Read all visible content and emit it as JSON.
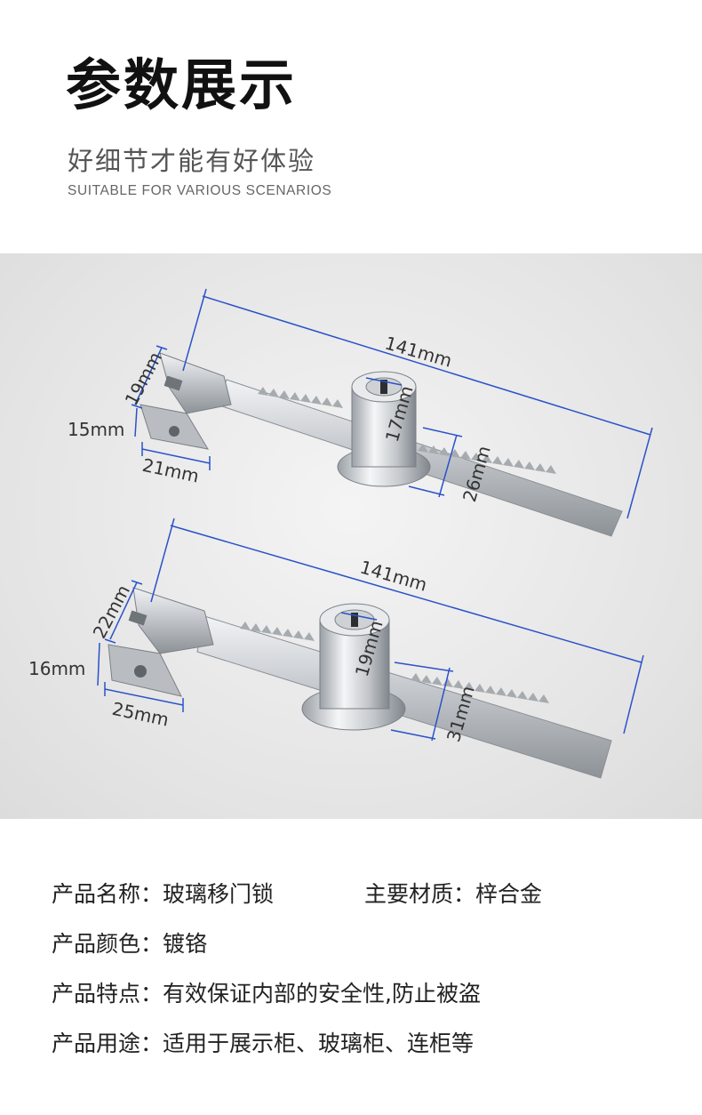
{
  "header": {
    "title": "参数展示",
    "subtitle_cn": "好细节才能有好体验",
    "subtitle_en": "SUITABLE FOR VARIOUS SCENARIOS"
  },
  "products": [
    {
      "length": "141mm",
      "head_width": "19mm",
      "head_height": "15mm",
      "base_width": "21mm",
      "cylinder_diameter": "17mm",
      "cylinder_height": "26mm"
    },
    {
      "length": "141mm",
      "head_width": "22mm",
      "head_height": "16mm",
      "base_width": "25mm",
      "cylinder_diameter": "19mm",
      "cylinder_height": "31mm"
    }
  ],
  "specs": {
    "name": {
      "label": "产品名称：",
      "value": "玻璃移门锁"
    },
    "material": {
      "label": "主要材质：",
      "value": "梓合金"
    },
    "color": {
      "label": "产品颜色：",
      "value": "镀铬"
    },
    "feature": {
      "label": "产品特点：",
      "value": "有效保证内部的安全性,防止被盗"
    },
    "usage": {
      "label": "产品用途：",
      "value": "适用于展示柜、玻璃柜、连柜等"
    }
  },
  "colors": {
    "dimension_line": "#2a52c9",
    "metal": "#c9ccd0",
    "background": "#e6e6e6"
  }
}
